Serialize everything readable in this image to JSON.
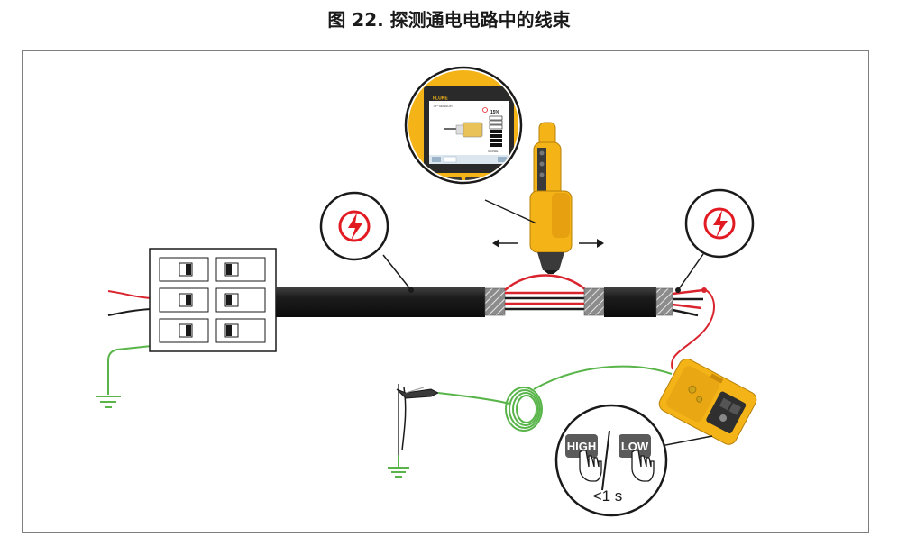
{
  "figure": {
    "title": "图 22. 探测通电电路中的线束"
  },
  "display": {
    "brand": "FLUKE",
    "mode": "TIP SENSOR",
    "percent": "15%",
    "signal_label": "SIGNAL"
  },
  "transmitter_callout": {
    "high_label": "HIGH",
    "low_label": "LOW",
    "timing": "<1 s"
  },
  "colors": {
    "live_wire": "#d9232d",
    "ground_wire": "#59b54a",
    "fluke_yellow": "#f4b418",
    "cable_black": "#1c1c1c",
    "danger_red": "#e21b23"
  },
  "icons": [
    "high-voltage-icon",
    "arrow-left-icon",
    "arrow-right-icon",
    "ground-symbol-icon",
    "hand-press-icon"
  ]
}
